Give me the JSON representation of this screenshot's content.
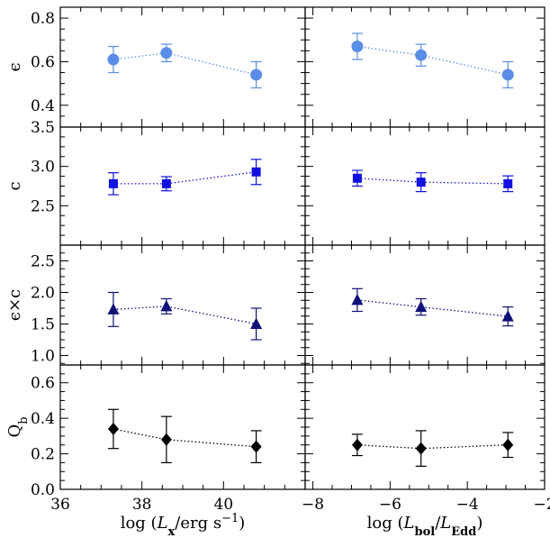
{
  "chart_data": {
    "type": "scatter",
    "layout": "4 rows x 2 columns, shared axes, dotted lines connecting points with error bars",
    "columns": [
      {
        "xlabel": {
          "pre": "log (",
          "v1": "L",
          "s1": "x",
          "mid": "/erg s",
          "sup": "−1",
          "post": ")"
        },
        "xlim": [
          36,
          42
        ],
        "xticks": [
          36,
          38,
          40
        ],
        "x": [
          37.3,
          38.6,
          40.8
        ]
      },
      {
        "xlabel": {
          "pre": "log (",
          "v1": "L",
          "s1": "bol",
          "mid": "/",
          "v2": "L",
          "s2": "Edd",
          "post": ")"
        },
        "xlim": [
          -8.2,
          -2
        ],
        "xticks": [
          -8,
          -6,
          -4,
          -2
        ],
        "x": [
          -6.85,
          -5.2,
          -2.95
        ]
      }
    ],
    "rows": [
      {
        "ylabel": "ϵ",
        "ylim": [
          0.3,
          0.85
        ],
        "yticks": [
          0.4,
          0.6,
          0.8
        ],
        "ytick_labels": [
          "0.4",
          "0.6",
          "0.8"
        ],
        "marker": "circle",
        "color": "#5a8de6",
        "line_color": "#5a8de6",
        "panels": [
          {
            "y": [
              0.61,
              0.64,
              0.54
            ],
            "err": [
              0.06,
              0.04,
              0.06
            ]
          },
          {
            "y": [
              0.67,
              0.63,
              0.54
            ],
            "err": [
              0.06,
              0.05,
              0.06
            ]
          }
        ]
      },
      {
        "ylabel": "c",
        "ylim": [
          2.0,
          3.5
        ],
        "yticks": [
          2.5,
          3.0,
          3.5
        ],
        "ytick_labels": [
          "2.5",
          "3.0",
          "3.5"
        ],
        "marker": "square",
        "color": "#1010e0",
        "line_color": "#1010e0",
        "panels": [
          {
            "y": [
              2.78,
              2.78,
              2.93
            ],
            "err": [
              0.14,
              0.09,
              0.16
            ]
          },
          {
            "y": [
              2.85,
              2.8,
              2.78
            ],
            "err": [
              0.1,
              0.12,
              0.1
            ]
          }
        ]
      },
      {
        "ylabel": "ϵ×c",
        "ylim": [
          0.85,
          2.75
        ],
        "yticks": [
          1.0,
          1.5,
          2.0,
          2.5
        ],
        "ytick_labels": [
          "1.0",
          "1.5",
          "2.0",
          "2.5"
        ],
        "marker": "triangle",
        "color": "#10107a",
        "line_color": "#10107a",
        "panels": [
          {
            "y": [
              1.73,
              1.78,
              1.5
            ],
            "err": [
              0.27,
              0.12,
              0.25
            ]
          },
          {
            "y": [
              1.88,
              1.77,
              1.62
            ],
            "err": [
              0.18,
              0.13,
              0.15
            ]
          }
        ]
      },
      {
        "ylabel": "Q",
        "ylabel_sub": "b",
        "ylim": [
          0.0,
          0.7
        ],
        "yticks": [
          0.0,
          0.2,
          0.4,
          0.6
        ],
        "ytick_labels": [
          "0.0",
          "0.2",
          "0.4",
          "0.6"
        ],
        "marker": "diamond",
        "color": "#000000",
        "line_color": "#000000",
        "panels": [
          {
            "y": [
              0.34,
              0.28,
              0.24
            ],
            "err": [
              0.11,
              0.13,
              0.09
            ]
          },
          {
            "y": [
              0.25,
              0.23,
              0.25
            ],
            "err": [
              0.06,
              0.1,
              0.07
            ]
          }
        ]
      }
    ]
  }
}
